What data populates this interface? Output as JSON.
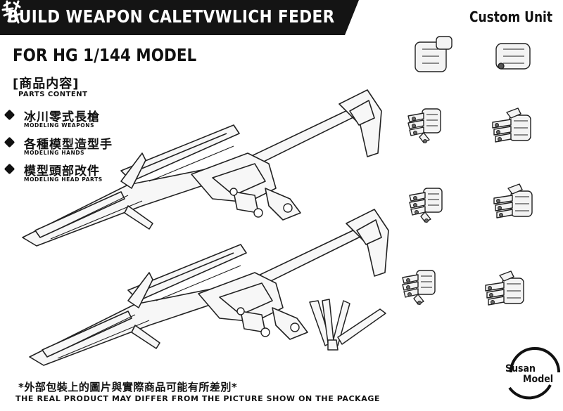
{
  "banner": {
    "title": "BUILD WEAPON CALETVWLICH FEDER"
  },
  "header": {
    "custom_unit": "Custom Unit",
    "subtitle": "FOR HG 1/144 MODEL"
  },
  "contents": {
    "heading_cn": "[商品内容]",
    "heading_en": "PARTS CONTENT",
    "items": [
      {
        "cn": "冰川零式長槍",
        "en": "MODELING WEAPONS"
      },
      {
        "cn": "各種模型造型手",
        "en": "MODELING HANDS"
      },
      {
        "cn": "模型頭部改件",
        "en": "MODELING HEAD PARTS"
      }
    ]
  },
  "footer": {
    "note_cn": "*外部包裝上的圖片與實際商品可能有所差別*",
    "note_en": "THE REAL PRODUCT MAY DIFFER FROM THE PICTURE SHOW ON THE PACKAGE"
  },
  "logo": {
    "line1": "Susan",
    "line2": "Model"
  },
  "colors": {
    "banner": "#141414",
    "ink": "#111111",
    "background": "#ffffff"
  }
}
